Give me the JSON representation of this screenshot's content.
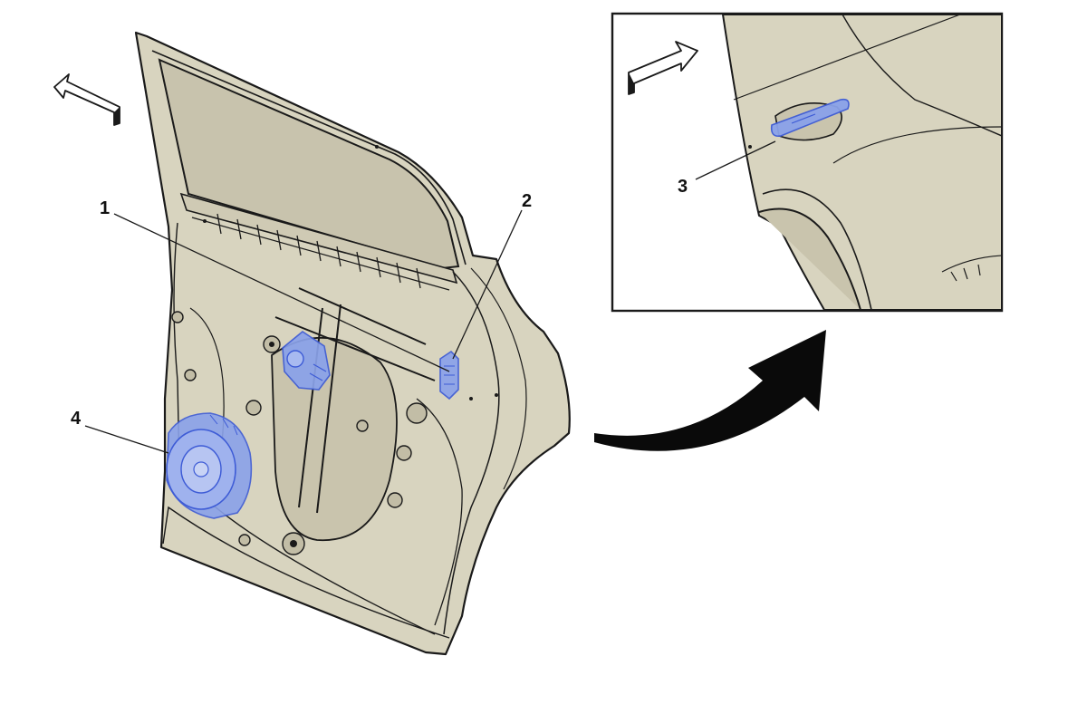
{
  "callouts": [
    {
      "id": "1",
      "label": "1"
    },
    {
      "id": "2",
      "label": "2"
    },
    {
      "id": "3",
      "label": "3"
    },
    {
      "id": "4",
      "label": "4"
    }
  ],
  "colors": {
    "panel": "#d8d4bf",
    "panel_shade": "#c9c4ad",
    "outline": "#1a1a1a",
    "highlight": "#8aa2ea",
    "highlight_stroke": "#3d5bd6",
    "arrow": "#0a0a0a"
  },
  "icons": {
    "left_direction_arrow": "forward-arrow-icon",
    "inset_direction_arrow": "forward-arrow-icon",
    "transition_arrow": "curved-arrow-icon"
  }
}
